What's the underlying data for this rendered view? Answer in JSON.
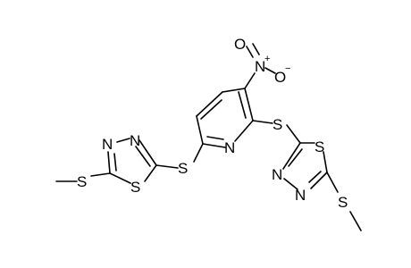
{
  "molecule": {
    "atoms": {
      "nitro_N": "N",
      "nitro_O_top": "O",
      "nitro_O_minus": "O",
      "pyridine_N": "N",
      "S_link_right": "S",
      "S_link_left": "S",
      "right_ring_S": "S",
      "right_ring_N1": "N",
      "right_ring_N2": "N",
      "right_methylthio_S": "S",
      "left_ring_S": "S",
      "left_ring_N1": "N",
      "left_ring_N2": "N",
      "left_methylthio_S": "S"
    },
    "charges": {
      "nitro_N_charge": "+",
      "nitro_O_charge": "−"
    }
  }
}
